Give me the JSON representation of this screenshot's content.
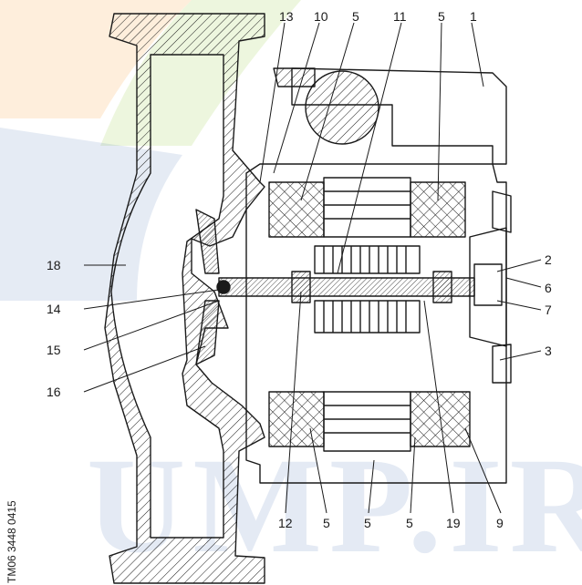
{
  "callouts_top": [
    "13",
    "10",
    "5",
    "11",
    "5",
    "1"
  ],
  "callouts_bottom": [
    "12",
    "5",
    "5",
    "5",
    "19",
    "9"
  ],
  "callouts_left": [
    "18",
    "14",
    "15",
    "16"
  ],
  "callouts_right": [
    "2",
    "6",
    "7",
    "3"
  ],
  "reference_code": "TM06 3448 0415",
  "watermark_text": "UMP.IR",
  "colors": {
    "line": "#1a1a1a",
    "watermark_blue": "#2d5ea8",
    "watermark_orange": "#f7a23b",
    "watermark_green": "#9ccd4a"
  }
}
